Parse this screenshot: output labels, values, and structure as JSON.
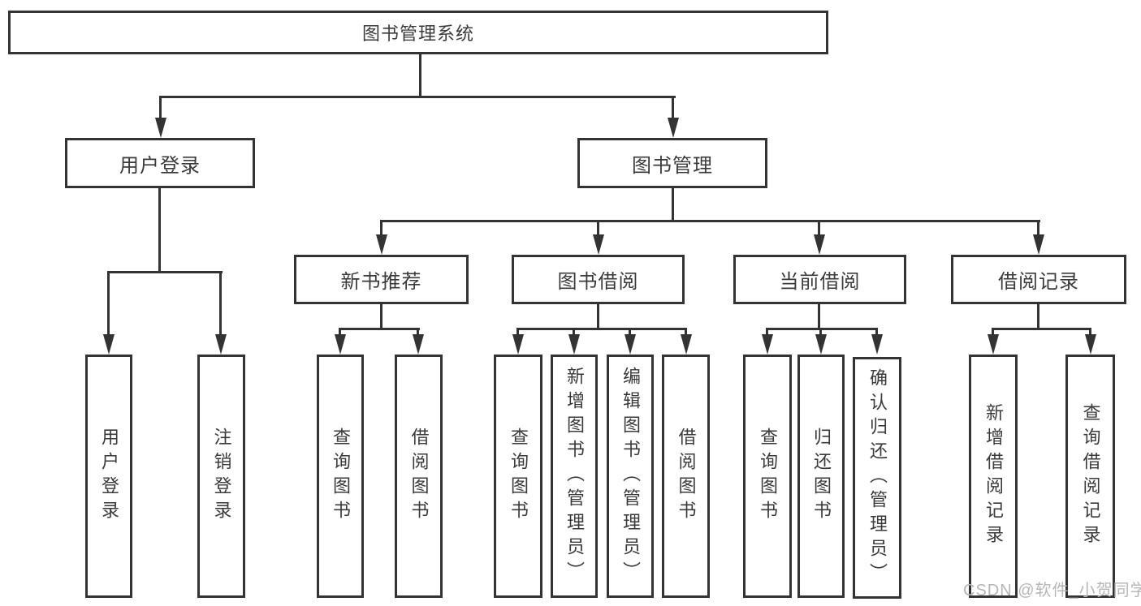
{
  "diagram": {
    "root": {
      "label": "图书管理系统"
    },
    "level2": [
      {
        "label": "用户登录"
      },
      {
        "label": "图书管理"
      }
    ],
    "level3": [
      {
        "label": "新书推荐"
      },
      {
        "label": "图书借阅"
      },
      {
        "label": "当前借阅"
      },
      {
        "label": "借阅记录"
      }
    ],
    "leaves": {
      "user_login": [
        {
          "label": "用户登录"
        },
        {
          "label": "注销登录"
        }
      ],
      "new_book_recommend": [
        {
          "label": "查询图书"
        },
        {
          "label": "借阅图书"
        }
      ],
      "book_borrow": [
        {
          "label": "查询图书"
        },
        {
          "label": "新增图书（管理员）"
        },
        {
          "label": "编辑图书（管理员）"
        },
        {
          "label": "借阅图书"
        }
      ],
      "current_borrow": [
        {
          "label": "查询图书"
        },
        {
          "label": "归还图书"
        },
        {
          "label": "确认归还（管理员）"
        }
      ],
      "borrow_records": [
        {
          "label": "新增借阅记录"
        },
        {
          "label": "查询借阅记录"
        }
      ]
    }
  },
  "watermark": {
    "text": "CSDN @软件_小贺同学"
  },
  "colors": {
    "line": "#333333",
    "text": "#3a3a3a",
    "watermark": "#b6b6b6",
    "background": "#ffffff"
  }
}
